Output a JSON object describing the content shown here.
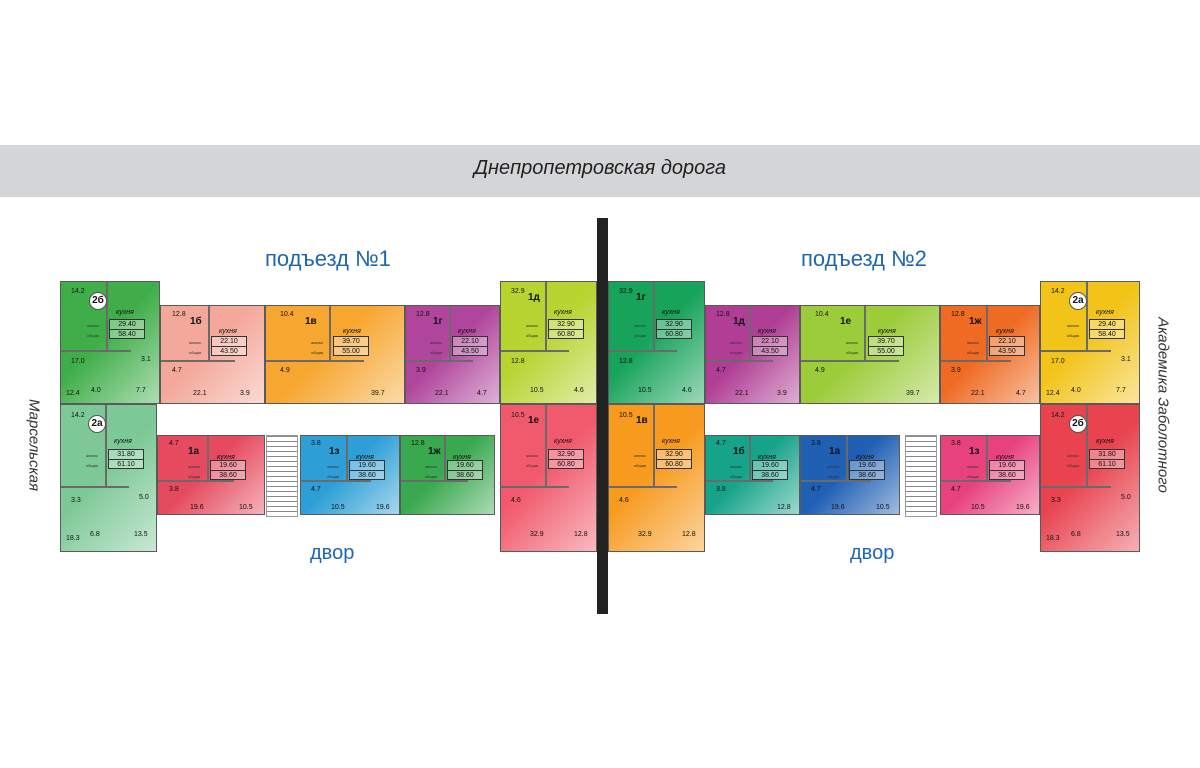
{
  "road": "Днепропетровская дорога",
  "streets": {
    "left": "Марсельская",
    "right": "Академика Заболотного"
  },
  "entrances": [
    "подъезд №1",
    "подъезд №2"
  ],
  "yard_label": "двор",
  "labels": {
    "kitchen": "кухня",
    "living": "жилая",
    "total": "общая"
  },
  "apartments": [
    {
      "id": "2б",
      "living": "29.40",
      "total": "58.40",
      "rooms": [
        "14.2",
        "17.0",
        "7.7",
        "4.0",
        "3.1",
        "12.4"
      ],
      "color": "#3fae49"
    },
    {
      "id": "1б",
      "living": "22.10",
      "total": "43.50",
      "rooms": [
        "12.8",
        "4.7",
        "3.9",
        "22.1"
      ],
      "color": "#f4a89a"
    },
    {
      "id": "1в",
      "living": "39.70",
      "total": "55.00",
      "rooms": [
        "10.4",
        "4.9",
        "39.7"
      ],
      "color": "#f7a630"
    },
    {
      "id": "1г",
      "living": "22.10",
      "total": "43.50",
      "rooms": [
        "12.8",
        "3.9",
        "4.7",
        "22.1"
      ],
      "color": "#b0459c"
    },
    {
      "id": "1д",
      "living": "32.90",
      "total": "60.80",
      "rooms": [
        "32.9",
        "12.8",
        "4.6",
        "10.5"
      ],
      "color": "#b7d431"
    },
    {
      "id": "2а",
      "living": "31.80",
      "total": "61.10",
      "rooms": [
        "14.2",
        "3.3",
        "13.5",
        "6.8",
        "5.0",
        "18.3"
      ],
      "color": "#7cc896"
    },
    {
      "id": "1а",
      "living": "19.60",
      "total": "38.60",
      "rooms": [
        "4.7",
        "3.8",
        "10.5",
        "19.6"
      ],
      "color": "#e64a5e"
    },
    {
      "id": "1з",
      "living": "19.60",
      "total": "38.60",
      "rooms": [
        "3.8",
        "4.7",
        "19.6",
        "10.5"
      ],
      "color": "#2e9fd6"
    },
    {
      "id": "1ж",
      "living": "19.60",
      "total": "38.60",
      "rooms": [
        "12.8"
      ],
      "color": "#3aa84f"
    },
    {
      "id": "1е",
      "living": "32.90",
      "total": "60.80",
      "rooms": [
        "10.5",
        "4.6",
        "12.8",
        "32.9"
      ],
      "color": "#f15a6c"
    },
    {
      "id": "1г",
      "living": "32.90",
      "total": "60.80",
      "rooms": [
        "32.9",
        "12.8",
        "4.6",
        "10.5"
      ],
      "color": "#17a35a"
    },
    {
      "id": "1д",
      "living": "22.10",
      "total": "43.50",
      "rooms": [
        "12.8",
        "4.7",
        "3.9",
        "22.1"
      ],
      "color": "#b03e94"
    },
    {
      "id": "1е",
      "living": "39.70",
      "total": "55.00",
      "rooms": [
        "10.4",
        "4.9",
        "39.7"
      ],
      "color": "#9ccc3a"
    },
    {
      "id": "1ж",
      "living": "22.10",
      "total": "43.50",
      "rooms": [
        "12.8",
        "3.9",
        "4.7",
        "22.1"
      ],
      "color": "#ef6a22"
    },
    {
      "id": "2а",
      "living": "29.40",
      "total": "58.40",
      "rooms": [
        "14.2",
        "17.0",
        "7.7",
        "4.0",
        "3.1",
        "12.4"
      ],
      "color": "#f2c318"
    },
    {
      "id": "1в",
      "living": "32.90",
      "total": "60.80",
      "rooms": [
        "10.5",
        "4.6",
        "12.8",
        "32.9"
      ],
      "color": "#f79a1e"
    },
    {
      "id": "1б",
      "living": "19.60",
      "total": "38.60",
      "rooms": [
        "4.7",
        "3.8",
        "12.8"
      ],
      "color": "#17a38a"
    },
    {
      "id": "1а",
      "living": "19.60",
      "total": "38.60",
      "rooms": [
        "3.8",
        "4.7",
        "10.5",
        "19.6"
      ],
      "color": "#1f5fb4"
    },
    {
      "id": "1з",
      "living": "19.60",
      "total": "38.60",
      "rooms": [
        "3.8",
        "4.7",
        "19.6",
        "10.5"
      ],
      "color": "#e8427c"
    },
    {
      "id": "2б",
      "living": "31.80",
      "total": "61.10",
      "rooms": [
        "14.2",
        "3.3",
        "13.5",
        "6.8",
        "5.0",
        "18.3"
      ],
      "color": "#e8434f"
    }
  ]
}
